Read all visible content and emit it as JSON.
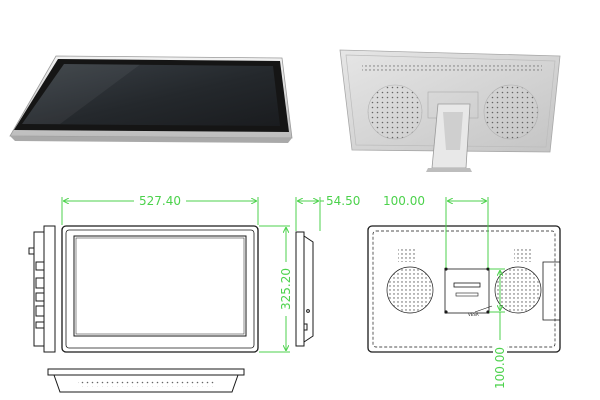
{
  "colors": {
    "dimension": "#4cd24c",
    "outline": "#1a1a1a",
    "bezel_dark": "#1b1b1b",
    "screen_dark": "#2a2e33",
    "silver": "#d9d9d9",
    "metal_back": "#d6d6d6"
  },
  "photos": [
    {
      "view": "front-perspective"
    },
    {
      "view": "rear-perspective-with-stand"
    }
  ],
  "drawing": {
    "width_label": "527.40",
    "height_label": "325.20",
    "depth_label": "54.50",
    "vesa_horizontal_label": "100.00",
    "vesa_vertical_label": "100.00"
  }
}
